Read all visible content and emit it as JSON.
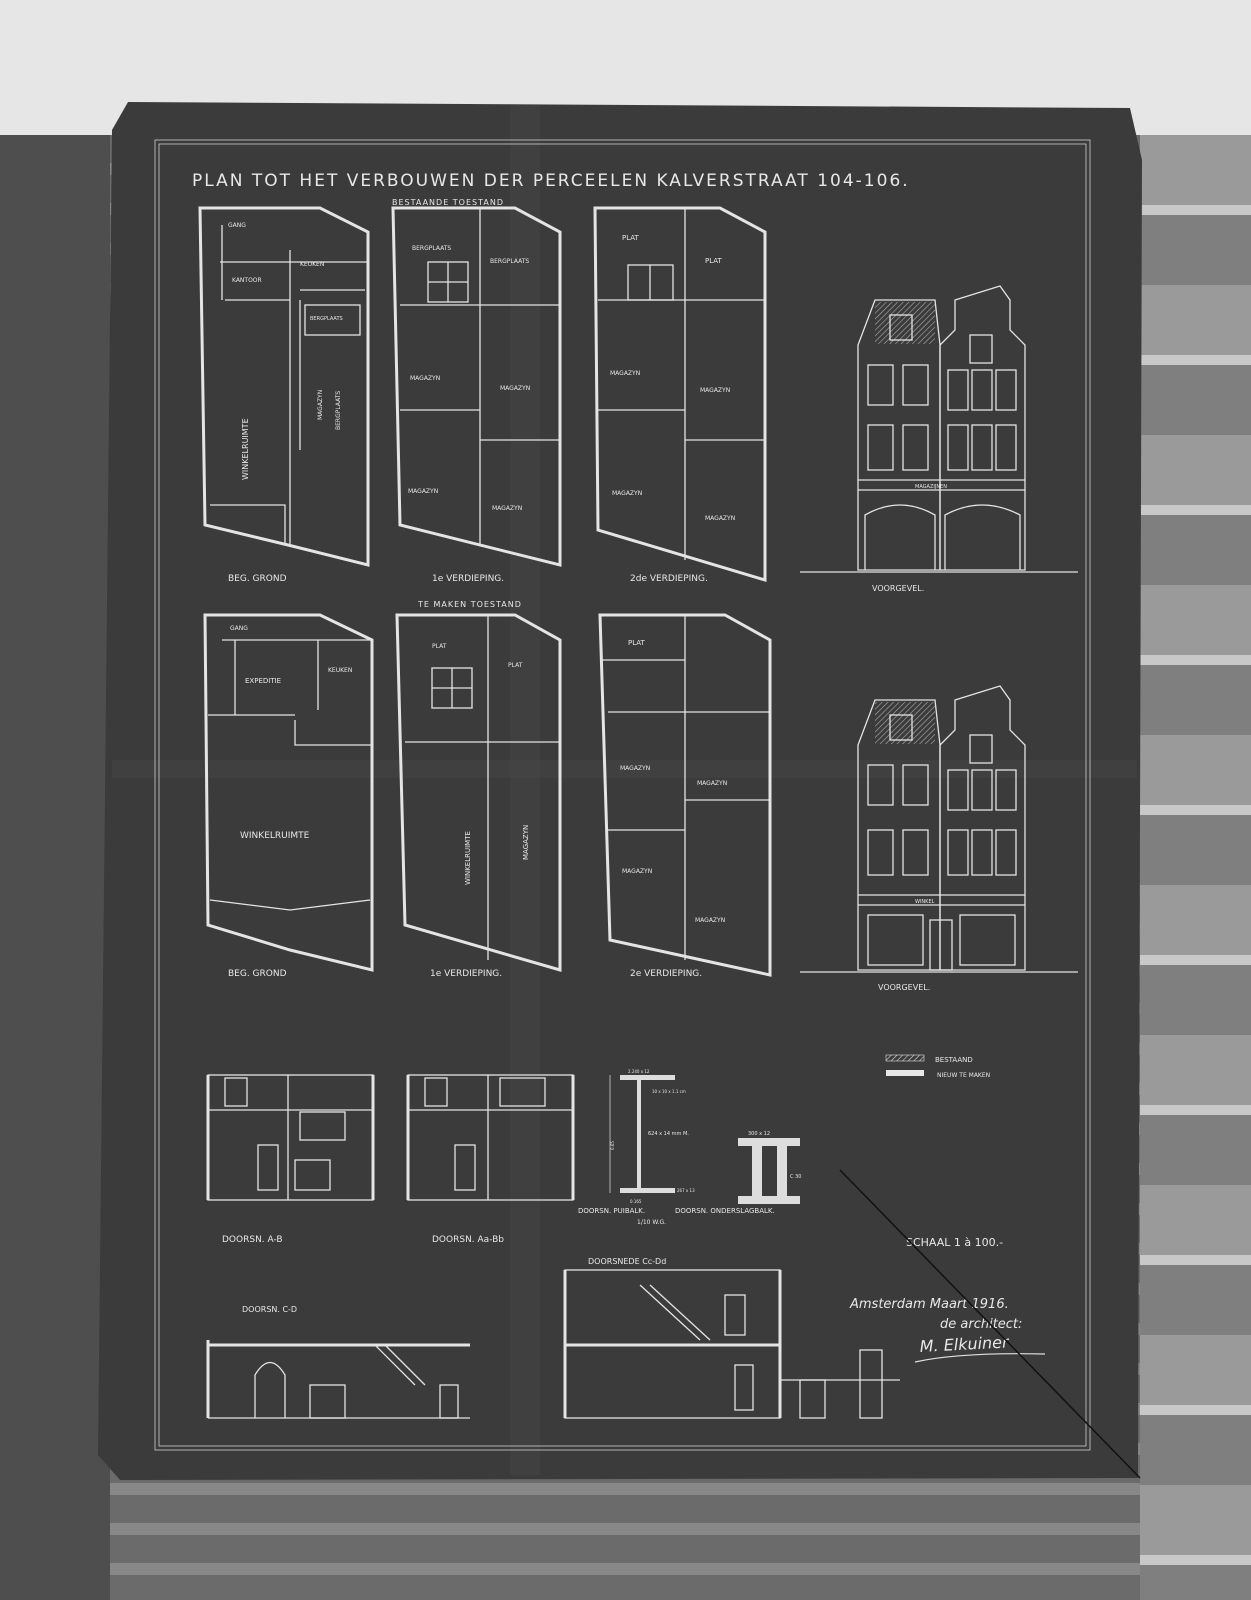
{
  "title": "PLAN TOT HET VERBOUWEN DER PERCEELEN KALVERSTRAAT 104-106.",
  "sections": {
    "existing": "BESTAANDE TOESTAND",
    "new": "TE MAKEN TOESTAND"
  },
  "existing": {
    "ground": {
      "label": "BEG. GROND",
      "rooms": [
        "GANG",
        "KANTOOR",
        "KEUKEN",
        "WINKELRUIMTE",
        "MAGAZYN",
        "BERGPLAATS",
        "BERGPLAATS"
      ]
    },
    "first": {
      "label": "1e VERDIEPING.",
      "rooms": [
        "BERGPLAATS",
        "BERGPLAATS",
        "MAGAZYN",
        "MAGAZYN",
        "MAGAZYN",
        "MAGAZYN"
      ]
    },
    "second": {
      "label": "2de VERDIEPING.",
      "rooms": [
        "PLAT",
        "PLAT",
        "MAGAZYN",
        "MAGAZYN",
        "MAGAZYN",
        "MAGAZYN"
      ]
    },
    "facade": {
      "label": "VOORGEVEL.",
      "sign": "MAGAZIJNEN"
    }
  },
  "new": {
    "ground": {
      "label": "BEG. GROND",
      "rooms": [
        "GANG",
        "EXPEDITIE",
        "KEUKEN",
        "WINKELRUIMTE"
      ]
    },
    "first": {
      "label": "1e VERDIEPING.",
      "rooms": [
        "PLAT",
        "PLAT",
        "WINKELRUIMTE",
        "MAGAZYN"
      ]
    },
    "second": {
      "label": "2e VERDIEPING.",
      "rooms": [
        "PLAT",
        "MAGAZYN",
        "MAGAZYN",
        "MAGAZYN",
        "MAGAZYN"
      ]
    },
    "facade": {
      "label": "VOORGEVEL.",
      "sign": "WINKEL"
    }
  },
  "cuts": {
    "ab": "DOORSN. A-B",
    "aabb": "DOORSN. Aa-Bb",
    "puibalk": "DOORSN. PUIBALK.",
    "puibalk_sub": "1/10 W.G.",
    "onderslag": "DOORSN. ONDERSLAGBALK.",
    "ccdd": "DOORSNEDE Cc-Dd",
    "cd": "DOORSN. C-D"
  },
  "beam_dims": {
    "top": "2.240 x 12",
    "flange": "10 x 10 x 1.1 cm",
    "web": "624 x 14 mm M.",
    "bottom": "267 x 13",
    "width": "0.165",
    "height": "0.65",
    "onderslag_top": "300 x 12",
    "onderslag_c": "C 30"
  },
  "legend": [
    {
      "label": "BESTAAND"
    },
    {
      "label": "NIEUW TE MAKEN"
    }
  ],
  "scale": "SCHAAL 1 à 100.-",
  "signature": {
    "place_date": "Amsterdam Maart 1916.",
    "role": "de architect:",
    "name": "M. Elkuiner"
  }
}
